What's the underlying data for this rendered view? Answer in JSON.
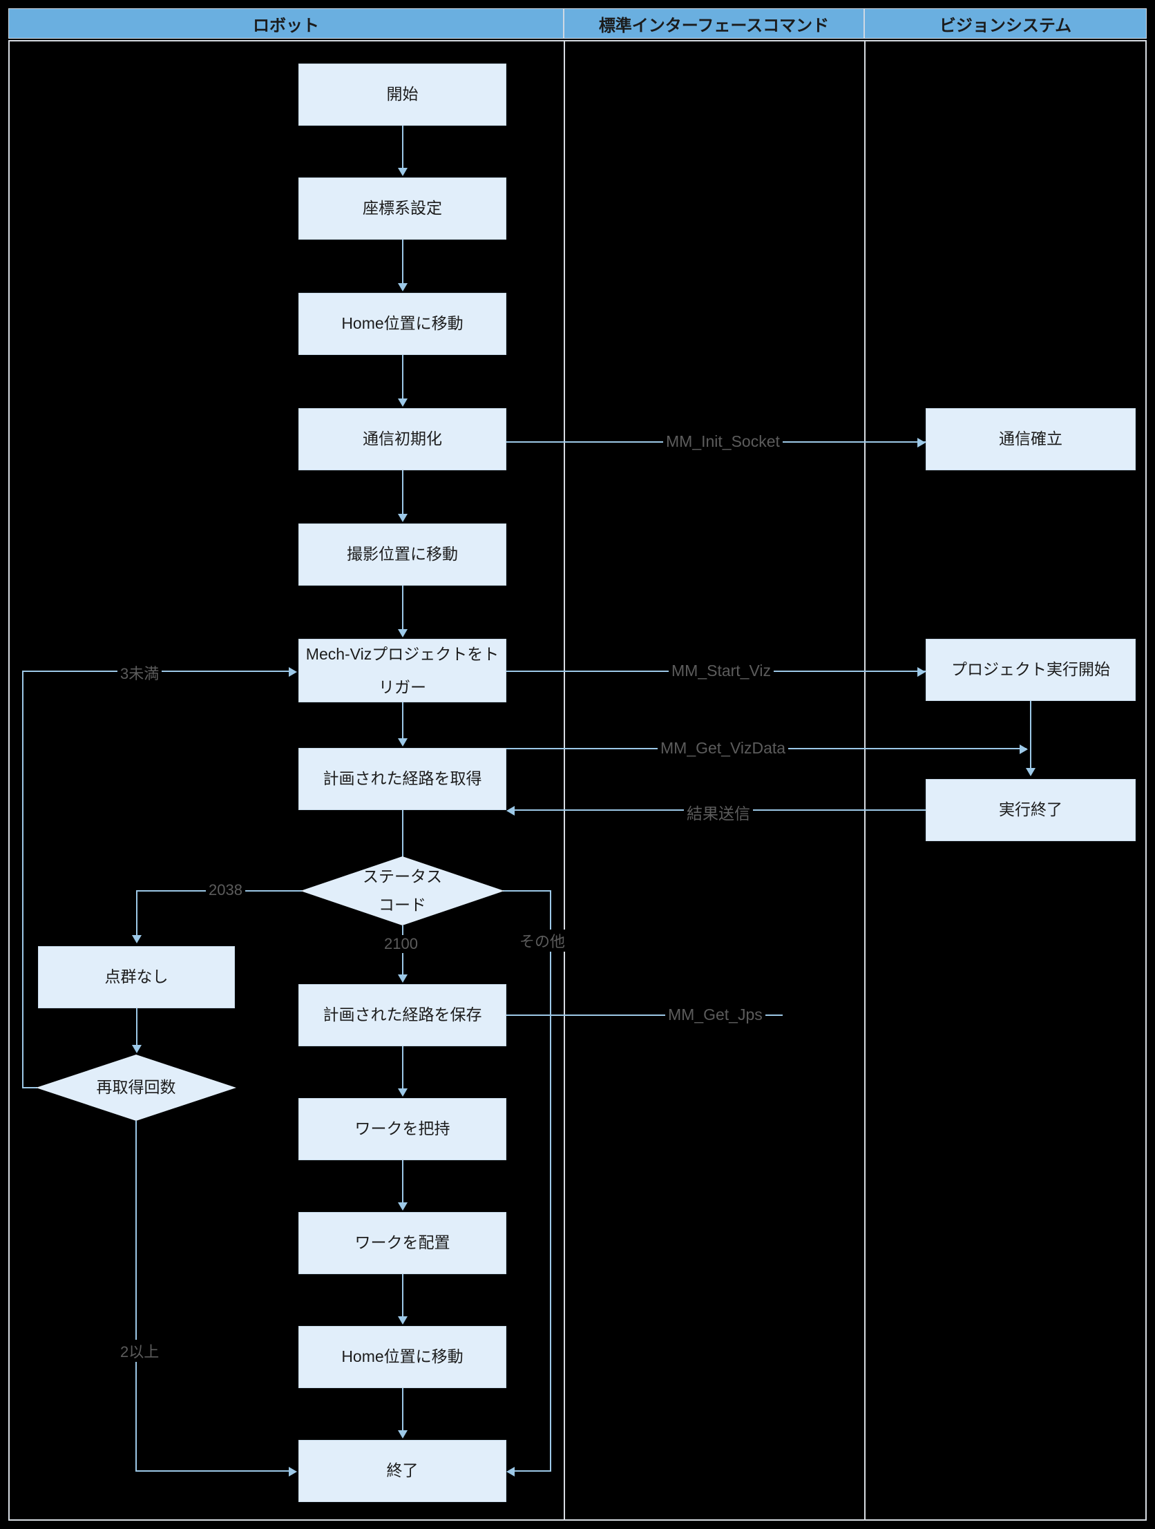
{
  "lanes": [
    {
      "id": "robot",
      "title": "ロボット"
    },
    {
      "id": "command",
      "title": "標準インターフェースコマンド"
    },
    {
      "id": "vision",
      "title": "ビジョンシステム"
    }
  ],
  "colors": {
    "lane_header_bg": "#6aafe0",
    "node_fill": "#e1eefa",
    "node_border": "#c8dbeb",
    "connector": "#9dc9e8",
    "canvas": "#000000",
    "label_text": "#5c5c5c",
    "node_text": "#1c1c1c",
    "lane_border": "#d8dde3"
  },
  "nodes": {
    "start": {
      "label": "開始"
    },
    "set_coord": {
      "label": "座標系設定"
    },
    "move_home_1": {
      "label": "Home位置に移動"
    },
    "init_comm": {
      "label": "通信初期化"
    },
    "move_capture": {
      "label": "撮影位置に移動"
    },
    "trigger_viz": {
      "label": "Mech-Vizプロジェクトをトリガー"
    },
    "get_path": {
      "label": "計画された経路を取得"
    },
    "no_cloud": {
      "label": "点群なし"
    },
    "save_path": {
      "label": "計画された経路を保存"
    },
    "pick_work": {
      "label": "ワークを把持"
    },
    "place_work": {
      "label": "ワークを配置"
    },
    "move_home_2": {
      "label": "Home位置に移動"
    },
    "end": {
      "label": "終了"
    },
    "comm_ok": {
      "label": "通信確立"
    },
    "project_start": {
      "label": "プロジェクト実行開始"
    },
    "exec_done": {
      "label": "実行終了"
    }
  },
  "decisions": {
    "status_code": {
      "label_line1": "ステータス",
      "label_line2": "コード"
    },
    "retry_count": {
      "label": "再取得回数"
    }
  },
  "edge_labels": {
    "mm_init_socket": "MM_Init_Socket",
    "mm_start_viz": "MM_Start_Viz",
    "mm_get_vizdata": "MM_Get_VizData",
    "mm_get_jps": "MM_Get_Jps",
    "send_result": "結果送信",
    "less_than_3": "3未満",
    "code_2038": "2038",
    "code_2100": "2100",
    "other": "その他",
    "two_or_more": "2以上"
  }
}
